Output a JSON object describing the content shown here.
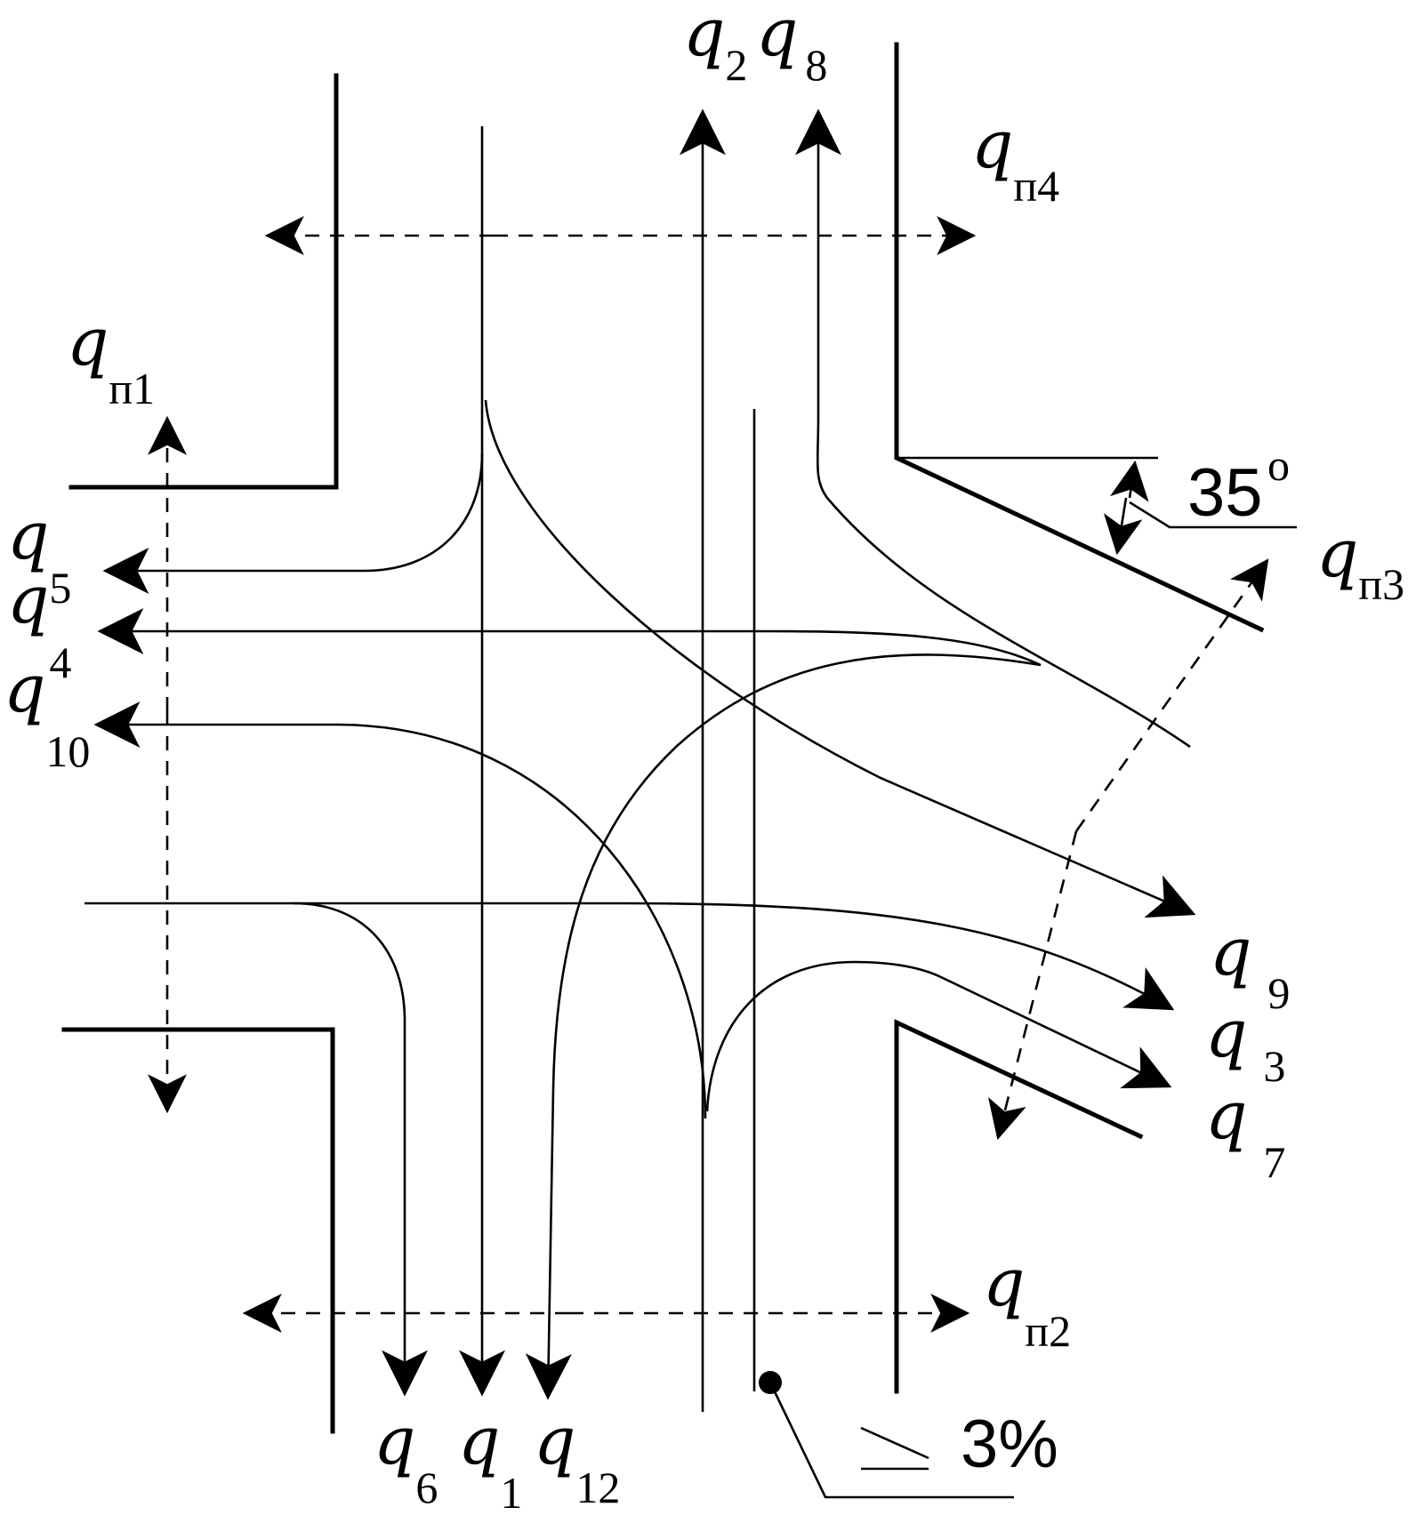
{
  "labels": {
    "q2": {
      "base": "q",
      "sub": "2"
    },
    "q8": {
      "base": "q",
      "sub": "8"
    },
    "qp4": {
      "base": "q",
      "sub": "п4"
    },
    "qp1": {
      "base": "q",
      "sub": "п1"
    },
    "q5": {
      "base": "q",
      "sub": "5"
    },
    "q4": {
      "base": "q",
      "sub": "4"
    },
    "q10": {
      "base": "q",
      "sub": "10"
    },
    "qp3": {
      "base": "q",
      "sub": "п3"
    },
    "q9": {
      "base": "q",
      "sub": "9"
    },
    "q3": {
      "base": "q",
      "sub": "3"
    },
    "q7": {
      "base": "q",
      "sub": "7"
    },
    "qp2": {
      "base": "q",
      "sub": "п2"
    },
    "q6": {
      "base": "q",
      "sub": "6"
    },
    "q1": {
      "base": "q",
      "sub": "1"
    },
    "q12": {
      "base": "q",
      "sub": "12"
    }
  },
  "angle_label": "35",
  "angle_degree_mark": "o",
  "slope_label": "3%"
}
